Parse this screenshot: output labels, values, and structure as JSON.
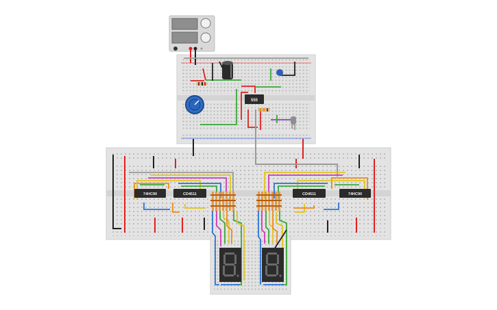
{
  "chips": {
    "timer": "555",
    "counter_left": "74HC90",
    "counter_right": "74HC90",
    "decoder_left": "CD4511",
    "decoder_right": "CD4511"
  },
  "displays": {
    "left": "8.",
    "right": "8."
  },
  "colors": {
    "board": "#e3e3e3",
    "chip": "#2b2b2b",
    "red": "#e02020",
    "black": "#202020",
    "green": "#3aa83a",
    "blue": "#2a73d6",
    "purple": "#8a3fbf",
    "orange": "#ee8c1a",
    "yellow": "#e2c41c",
    "gray": "#9a9a9a",
    "magenta": "#d23ab8",
    "cyan": "#1fa9c9"
  }
}
